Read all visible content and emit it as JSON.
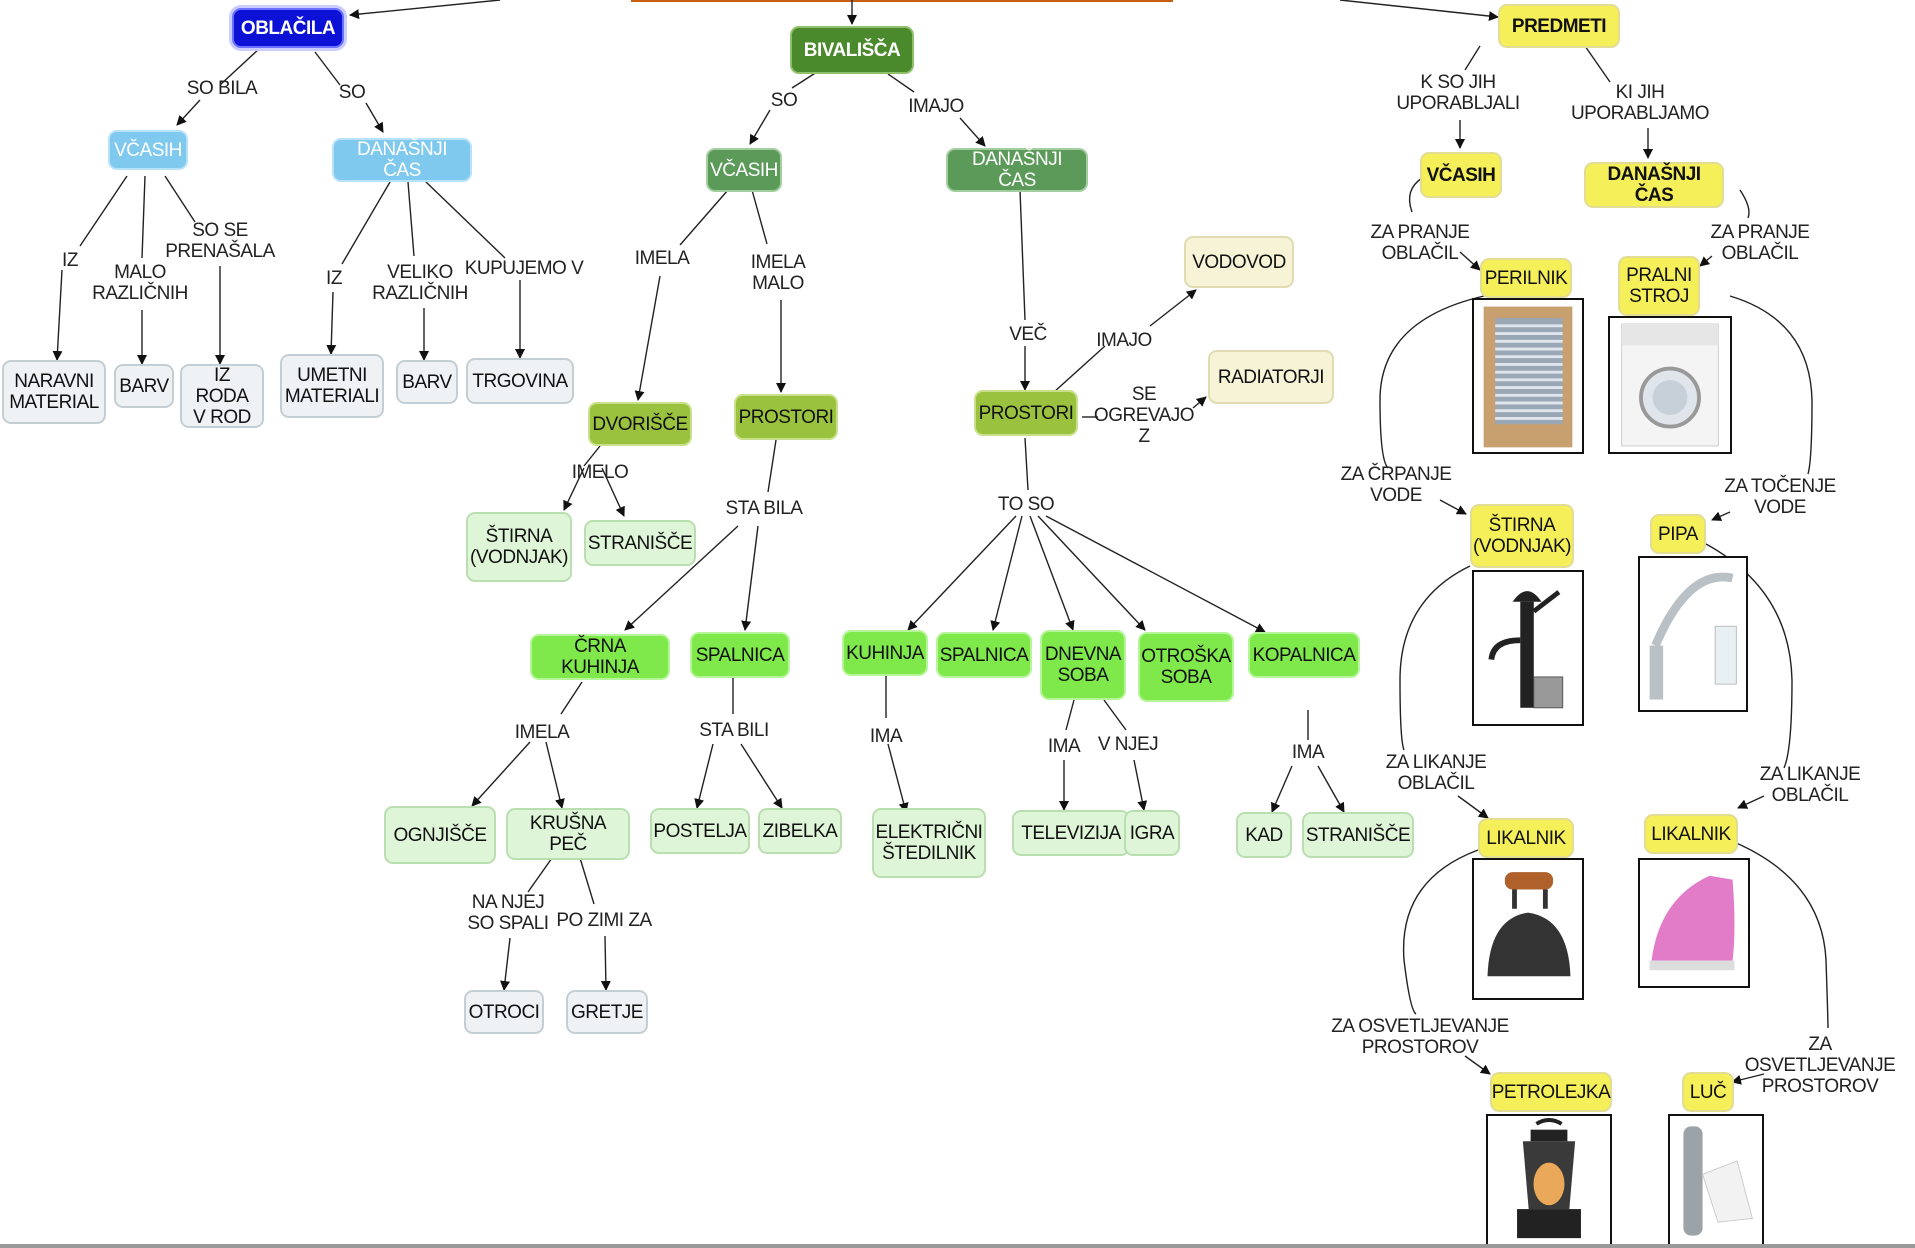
{
  "colors": {
    "dark_blue": "#0b12d6",
    "light_blue": "#7fc8ee",
    "dark_green": "#4b8a2c",
    "mid_green": "#5c9a5a",
    "olive_green": "#9bc23e",
    "bright_green": "#7fe84a",
    "pale_green": "#dff5d8",
    "grey": "#eef2f4",
    "yellow": "#f5f05a",
    "cream": "#f7f3d6",
    "line": "#222222"
  },
  "nodes": {
    "oblacila": "OBLAČILA",
    "oblacila_vcasih": "VČASIH",
    "oblacila_danasnji": "DANAŠNJI ČAS",
    "naravni_material": "NARAVNI\nMATERIAL",
    "barv_1": "BARV",
    "iz_roda": "IZ RODA\nV ROD",
    "umetni_materiali": "UMETNI\nMATERIALI",
    "barv_2": "BARV",
    "trgovina": "TRGOVINA",
    "bivalisca": "BIVALIŠČA",
    "biv_vcasih": "VČASIH",
    "biv_danasnji": "DANAŠNJI ČAS",
    "dvorisce": "DVORIŠČE",
    "prostori_old": "PROSTORI",
    "prostori_new": "PROSTORI",
    "vodovod": "VODOVOD",
    "radiatorji": "RADIATORJI",
    "stirna_old": "ŠTIRNA\n(VODNJAK)",
    "stranisce_old": "STRANIŠČE",
    "crna_kuhinja": "ČRNA KUHINJA",
    "spalnica_old": "SPALNICA",
    "kuhinja": "KUHINJA",
    "spalnica_new": "SPALNICA",
    "dnevna_soba": "DNEVNA\nSOBA",
    "otroska_soba": "OTROŠKA\nSOBA",
    "kopalnica": "KOPALNICA",
    "ognjisce": "OGNJIŠČE",
    "krusna_pec": "KRUŠNA PEČ",
    "postelja": "POSTELJA",
    "zibelka": "ZIBELKA",
    "elektricni_stedilnik": "ELEKTRIČNI\nŠTEDILNIK",
    "televizija": "TELEVIZIJA",
    "igra": "IGRA",
    "kad": "KAD",
    "stranisce_new": "STRANIŠČE",
    "otroci": "OTROCI",
    "gretje": "GRETJE",
    "predmeti": "PREDMETI",
    "pred_vcasih": "VČASIH",
    "pred_danasnji": "DANAŠNJI ČAS",
    "perilnik": "PERILNIK",
    "pralni_stroj": "PRALNI\nSTROJ",
    "stirna_pred": "ŠTIRNA\n(VODNJAK)",
    "pipa": "PIPA",
    "likalnik_old": "LIKALNIK",
    "likalnik_new": "LIKALNIK",
    "petrolejka": "PETROLEJKA",
    "luc": "LUČ"
  },
  "links": {
    "so_bila": "SO BILA",
    "so_1": "SO",
    "iz_1": "IZ",
    "malo_razlicnih": "MALO\nRAZLIČNIH",
    "so_se_prenasala": "SO SE\nPRENAŠALA",
    "iz_2": "IZ",
    "veliko_razlicnih": "VELIKO\nRAZLIČNIH",
    "kupujemo_v": "KUPUJEMO V",
    "so_2": "SO",
    "imajo_1": "IMAJO",
    "imela_1": "IMELA",
    "imela_malo": "IMELA\nMALO",
    "vec": "VEČ",
    "imajo_2": "IMAJO",
    "se_ogrevajo_z": "SE\nOGREVAJO\nZ",
    "imelo": "IMELO",
    "sta_bila": "STA BILA",
    "to_so": "TO SO",
    "imela_2": "IMELA",
    "sta_bili": "STA BILI",
    "ima_1": "IMA",
    "ima_2": "IMA",
    "v_njej": "V NJEJ",
    "ima_3": "IMA",
    "na_njej_so_spali": "NA NJEJ\nSO SPALI",
    "po_zimi_za": "PO ZIMI ZA",
    "k_so_jih_uporabljali": "K SO JIH\nUPORABLJALI",
    "ki_jih_uporabljamo": "KI JIH\nUPORABLJAMO",
    "za_pranje_oblacil_1": "ZA PRANJE\nOBLAČIL",
    "za_pranje_oblacil_2": "ZA PRANJE\nOBLAČIL",
    "za_crpanje_vode": "ZA ČRPANJE\nVODE",
    "za_tocenje_vode": "ZA  TOČENJE\nVODE",
    "za_likanje_oblacil_1": "ZA  LIKANJE\nOBLAČIL",
    "za_likanje_oblacil_2": "ZA  LIKANJE\nOBLAČIL",
    "za_osvetljevanje_1": "ZA OSVETLJEVANJE\nPROSTOROV",
    "za_osvetljevanje_2": "ZA OSVETLJEVANJE\nPROSTOROV"
  },
  "images": {
    "perilnik_img": "washboard",
    "pralni_stroj_img": "washing-machine",
    "stirna_img": "water-pump",
    "pipa_img": "water-tap",
    "likalnik_old_img": "cast-iron-iron",
    "likalnik_new_img": "steam-iron",
    "petrolejka_img": "oil-lamp",
    "luc_img": "wall-lamp"
  }
}
